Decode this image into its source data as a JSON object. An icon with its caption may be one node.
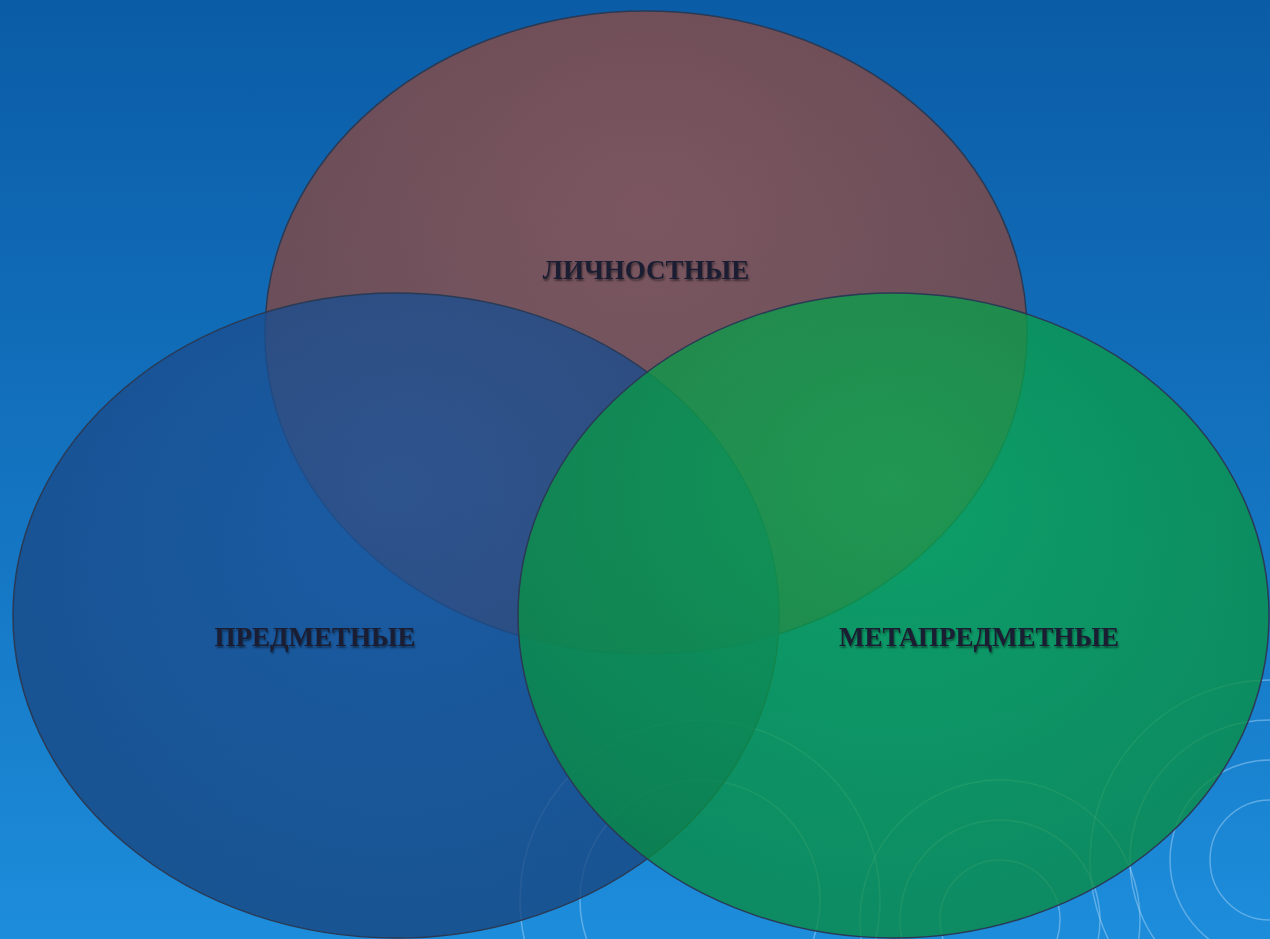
{
  "diagram": {
    "nodes": [
      {
        "text": [
          "ЛИЧНОСТНЫЕ"
        ]
      },
      {
        "text": [
          "ПРЕДМЕТНЫЕ"
        ]
      },
      {
        "text": [
          "МЕТАПРЕДМЕТНЫЕ"
        ]
      }
    ]
  }
}
